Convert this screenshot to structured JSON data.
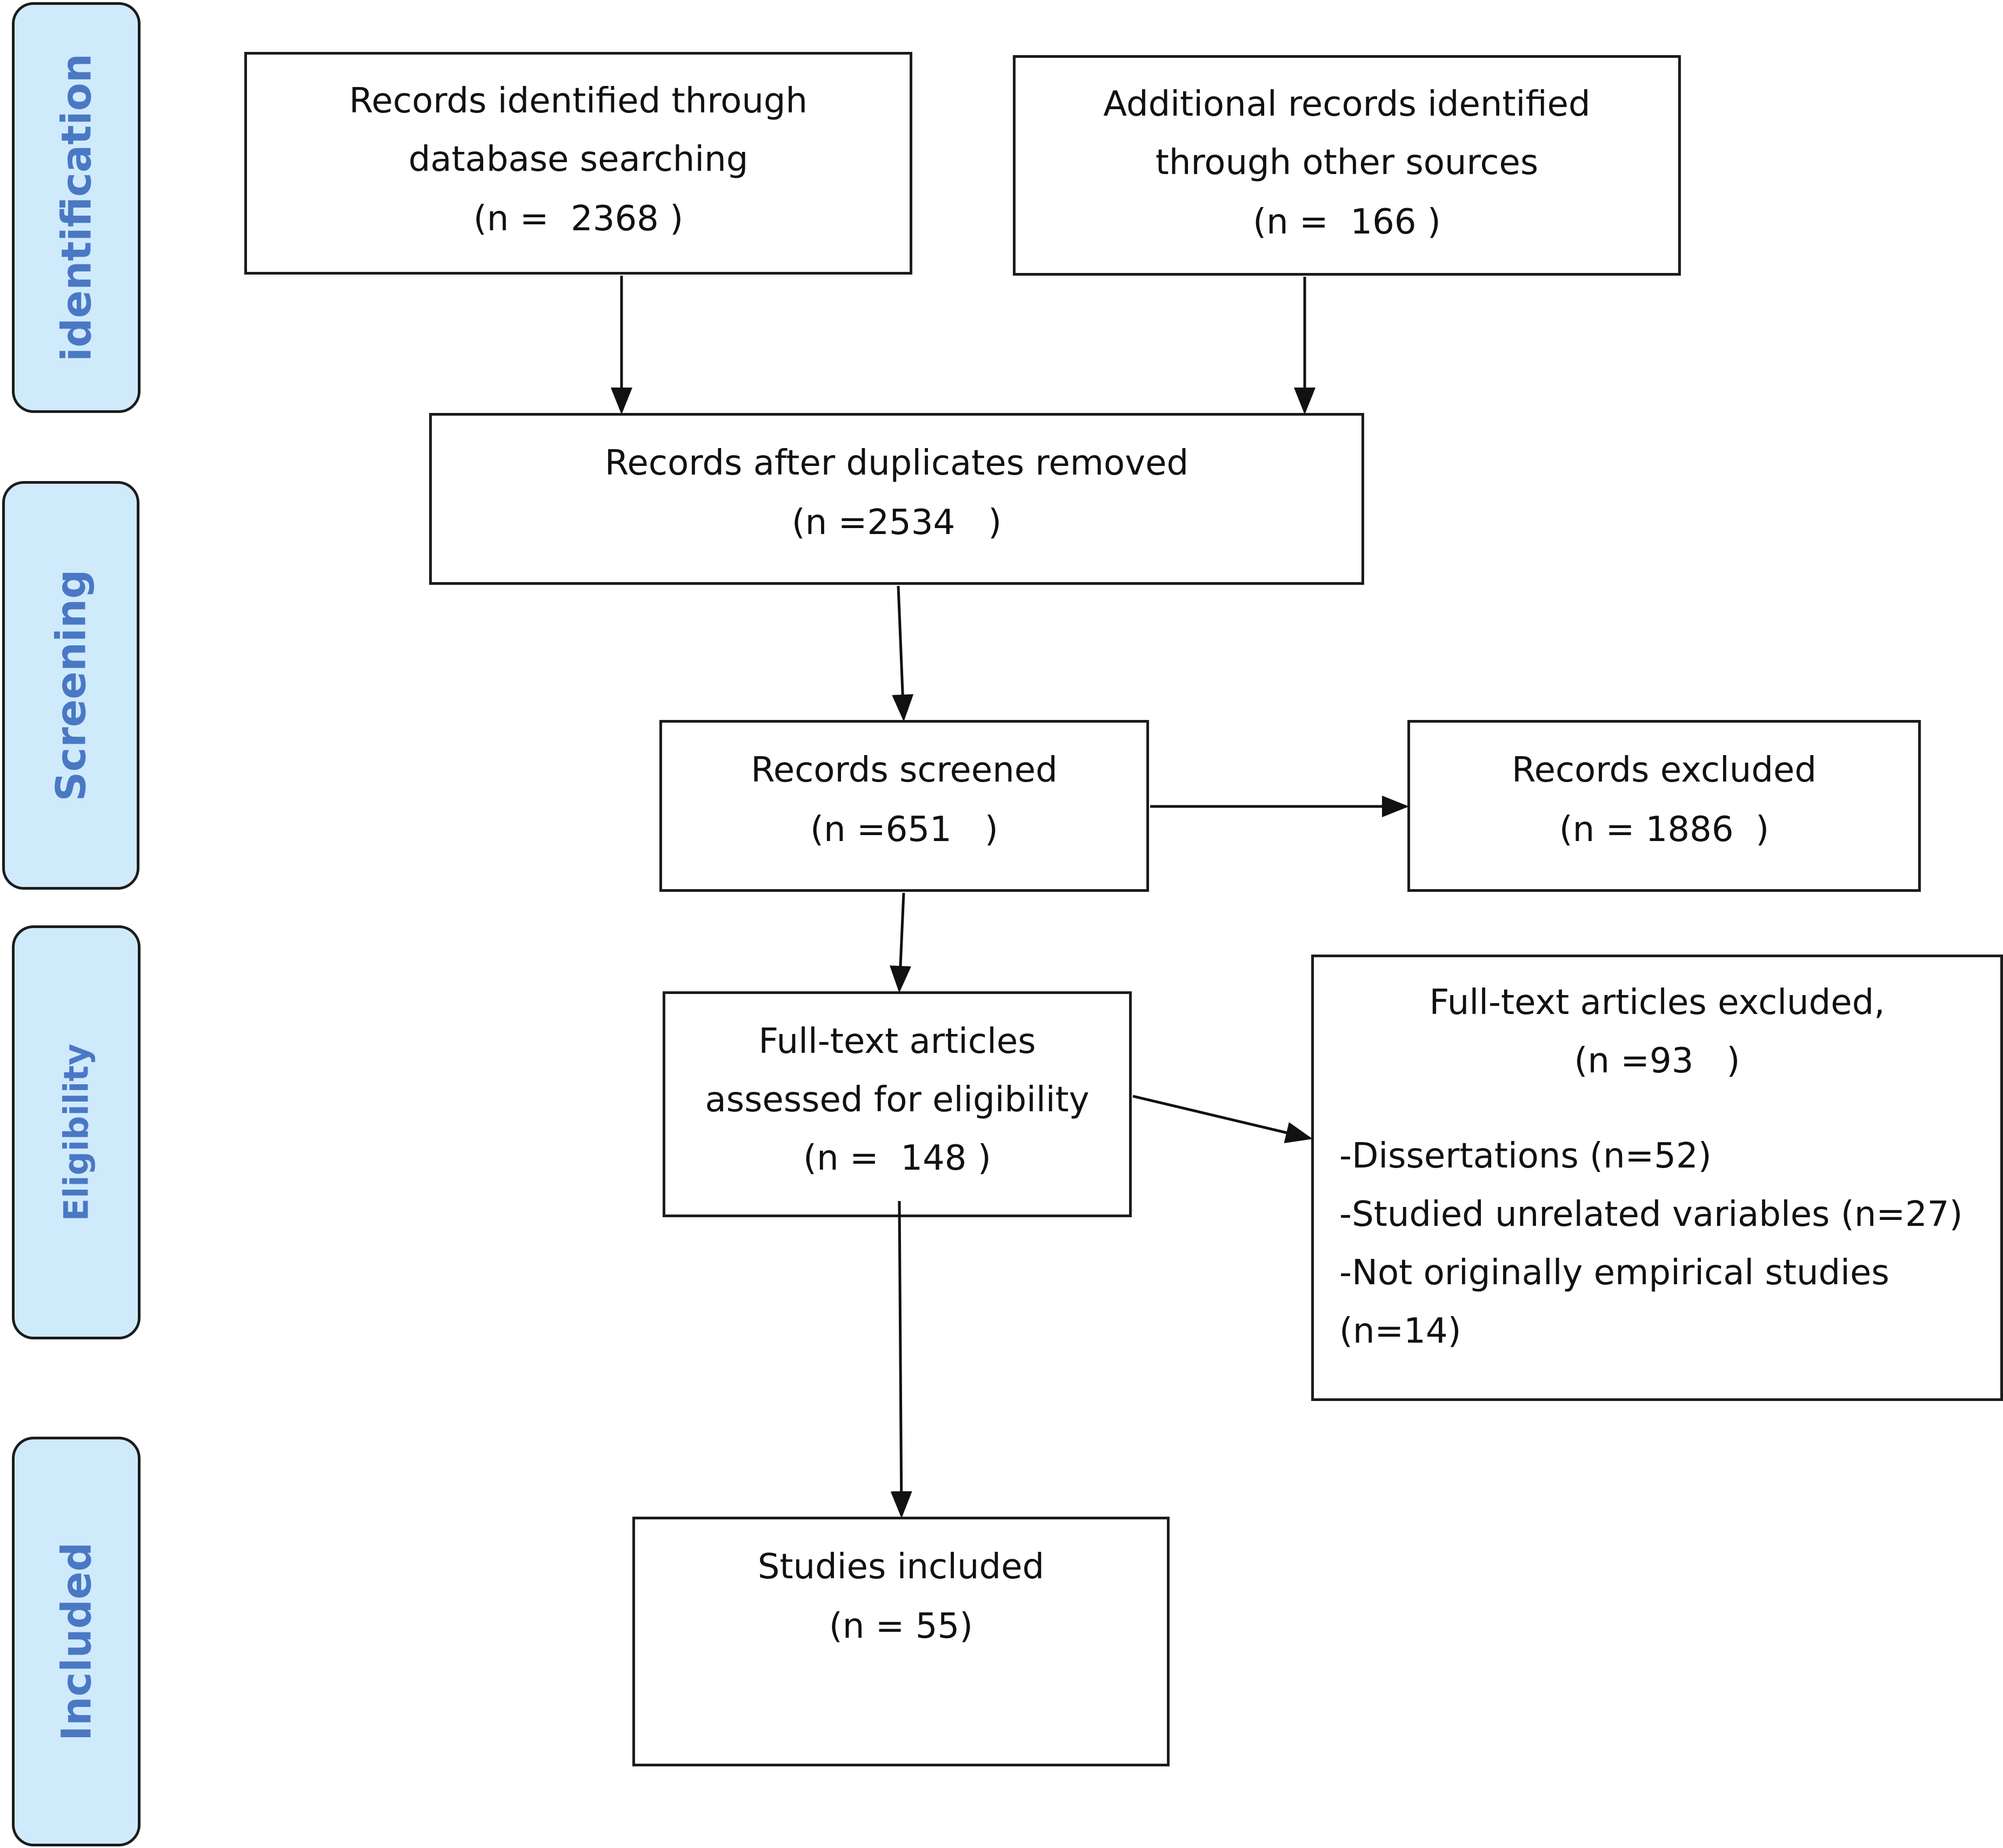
{
  "phases": {
    "identification": "identification",
    "screening": "Screening",
    "eligibility": "Eligibility",
    "included": "Included"
  },
  "boxes": {
    "database": {
      "line1": "Records identified through",
      "line2": "database searching",
      "count": "(n =  2368 )"
    },
    "other_sources": {
      "line1": "Additional records identified",
      "line2": "through other sources",
      "count": "(n =  166 )"
    },
    "duplicates_removed": {
      "line1": "Records after duplicates removed",
      "count": "(n =2534   )"
    },
    "screened": {
      "line1": "Records screened",
      "count": "(n =651   )"
    },
    "excluded": {
      "line1": "Records excluded",
      "count": "(n = 1886  )"
    },
    "fulltext_assessed": {
      "line1": "Full-text articles",
      "line2": "assessed for eligibility",
      "count": "(n =  148 )"
    },
    "fulltext_excluded": {
      "line1": "Full-text articles excluded,",
      "count": "(n =93   )",
      "reasons": [
        "-Dissertations (n=52)",
        "-Studied unrelated variables (n=27)",
        "-Not originally empirical studies",
        "(n=14)"
      ]
    },
    "included": {
      "line1": "Studies included",
      "count": "(n = 55)"
    }
  }
}
